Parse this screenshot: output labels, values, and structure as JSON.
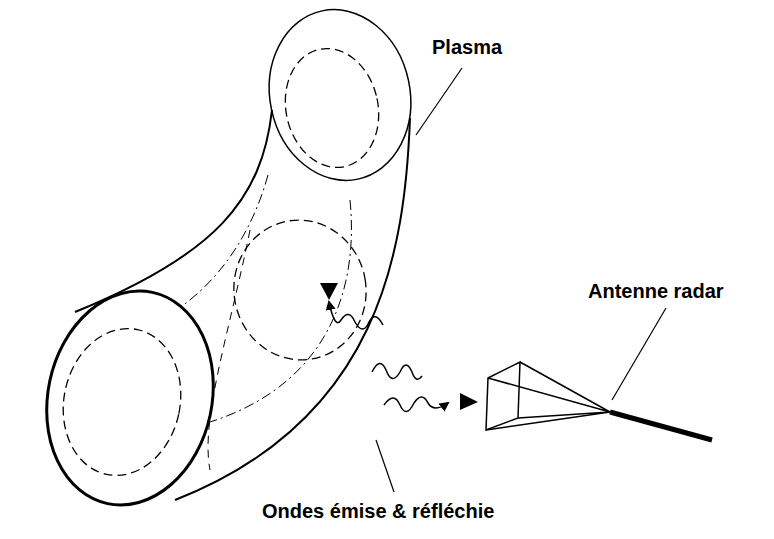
{
  "diagram": {
    "labels": [
      "Plasma",
      "Antenne radar",
      "Ondes émise & réfléchie"
    ]
  }
}
